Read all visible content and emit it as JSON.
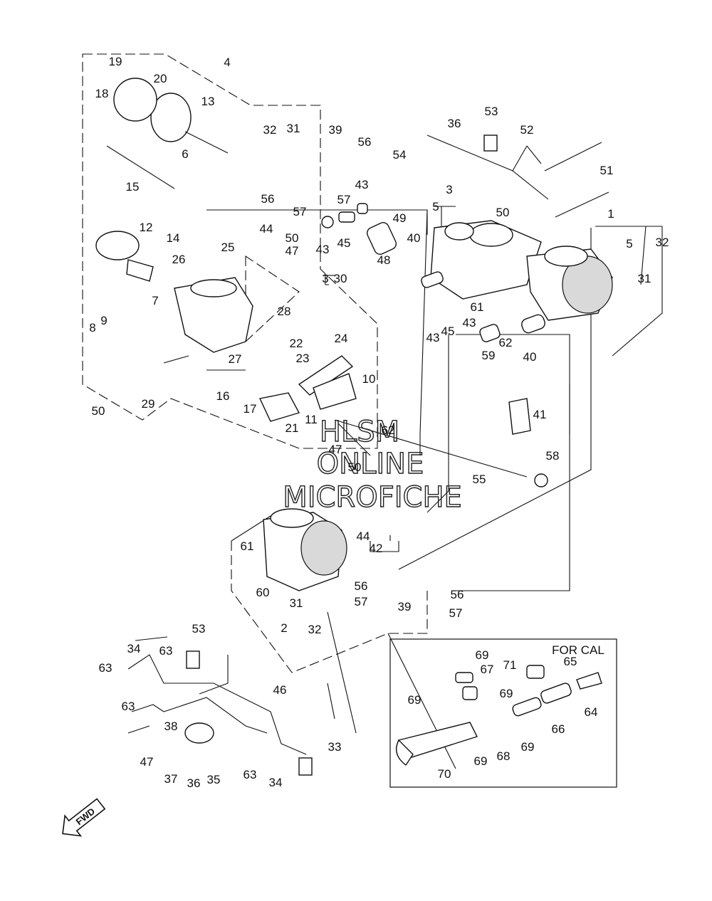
{
  "diagram": {
    "callouts": [
      "1",
      "2",
      "3",
      "4",
      "5",
      "6",
      "7",
      "8",
      "9",
      "10",
      "11",
      "12",
      "13",
      "14",
      "15",
      "16",
      "17",
      "18",
      "19",
      "20",
      "21",
      "22",
      "23",
      "24",
      "25",
      "26",
      "27",
      "28",
      "29",
      "30",
      "31",
      "32",
      "33",
      "34",
      "35",
      "36",
      "37",
      "38",
      "39",
      "40",
      "41",
      "42",
      "43",
      "44",
      "45",
      "46",
      "47",
      "48",
      "49",
      "50",
      "51",
      "52",
      "53",
      "54",
      "55",
      "56",
      "57",
      "58",
      "59",
      "60",
      "61",
      "62",
      "63",
      "64",
      "65",
      "66",
      "67",
      "68",
      "69",
      "70",
      "71"
    ],
    "for_cal_label": "FOR CAL",
    "fwd_label": "FWD",
    "watermark": [
      "HLSM",
      "ONLINE",
      "MICROFICHE"
    ]
  }
}
